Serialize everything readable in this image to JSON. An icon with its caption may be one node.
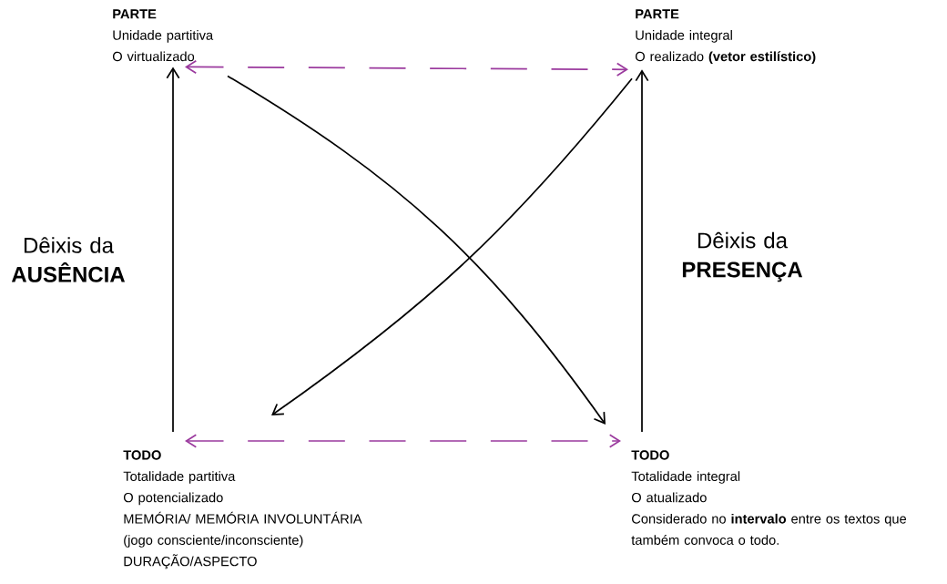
{
  "diagram": {
    "nodes": [
      {
        "text": [
          "**PARTE**",
          "Unidade partitiva",
          "O virtualizado"
        ]
      },
      {
        "text": [
          "**PARTE**",
          "Unidade integral",
          "O realizado **(vetor estilístico)**"
        ]
      },
      {
        "text": [
          "**TODO**",
          "Totalidade partitiva",
          "O potencializado",
          "MEMÓRIA/ MEMÓRIA INVOLUNTÁRIA",
          "(jogo consciente/inconsciente)",
          "DURAÇÃO/ASPECTO"
        ]
      },
      {
        "text": [
          "**TODO**",
          "Totalidade integral",
          "O atualizado",
          "Considerado no **intervalo** entre os textos que também convoca o todo."
        ]
      }
    ],
    "edges": [
      {
        "from": 0,
        "to": 1,
        "arrow": "both",
        "style": "dashed",
        "color": "#9b3a9e"
      },
      {
        "from": 2,
        "to": 3,
        "arrow": "both",
        "style": "dashed",
        "color": "#9b3a9e"
      },
      {
        "from": 2,
        "to": 0,
        "arrow": "to"
      },
      {
        "from": 3,
        "to": 1,
        "arrow": "to"
      },
      {
        "from": 0,
        "to": 3,
        "arrow": "to"
      },
      {
        "from": 1,
        "to": 2,
        "arrow": "to"
      }
    ],
    "labels": [
      "Dêixis da **AUSÊNCIA**",
      "Dêixis da **PRESENÇA**"
    ]
  }
}
